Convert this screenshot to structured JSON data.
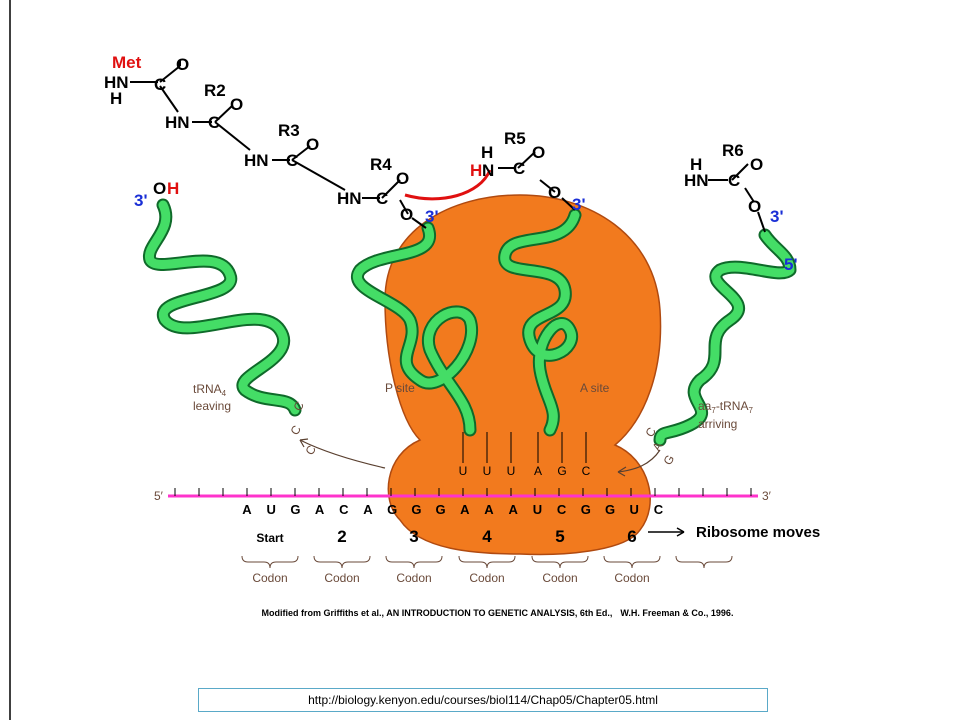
{
  "molecule": {
    "met": "Met",
    "hn": "HN",
    "h": "H",
    "c": "C",
    "o": "O",
    "r2": "R2",
    "r3": "R3",
    "r4": "R4",
    "r5": "R5",
    "r6": "R6",
    "o_link": "O",
    "three_prime": "3'",
    "five_prime": "5'",
    "oh_o": "O",
    "oh_h": "H"
  },
  "labels": {
    "trna4_leaving_1": "tRNA",
    "trna4_sub": "4",
    "trna4_leaving_2": "leaving",
    "p_site": "P site",
    "a_site": "A site",
    "aa_trna_1": "aa",
    "aa_trna_sub": "7",
    "aa_trna_mid": "-tRNA",
    "aa_trna_sub2": "7",
    "aa_trna_2": "arriving",
    "mrna_5": "5′",
    "mrna_3": "3′",
    "ribosome_moves": "Ribosome moves"
  },
  "mrna_bases": [
    "A",
    "U",
    "G",
    "A",
    "C",
    "A",
    "G",
    "G",
    "G",
    "A",
    "A",
    "A",
    "U",
    "C",
    "G",
    "G",
    "U",
    "C"
  ],
  "anticodon_p": [
    "U",
    "U",
    "U"
  ],
  "anticodon_a": [
    "A",
    "G",
    "C"
  ],
  "leaving_anticodon": [
    "C",
    "C",
    "C"
  ],
  "arriving_anticodon": [
    "C",
    "A",
    "G"
  ],
  "codons": [
    {
      "num": "Start",
      "label": "Codon"
    },
    {
      "num": "2",
      "label": "Codon"
    },
    {
      "num": "3",
      "label": "Codon"
    },
    {
      "num": "4",
      "label": "Codon"
    },
    {
      "num": "5",
      "label": "Codon"
    },
    {
      "num": "6",
      "label": "Codon"
    }
  ],
  "credit": "Modified from Griffiths et al., AN INTRODUCTION TO GENETIC ANALYSIS, 6th Ed.,",
  "credit_publisher": "W.H. Freeman & Co., 1996.",
  "source_url": "http://biology.kenyon.edu/courses/biol114/Chap05/Chapter05.html",
  "colors": {
    "ribosome": "#f27a1e",
    "ribosome_edge": "#b04a10",
    "trna": "#44dd66",
    "trna_edge": "#0f6a2a",
    "mrna": "#ff33cc",
    "peptide_bond": "#e01010"
  }
}
